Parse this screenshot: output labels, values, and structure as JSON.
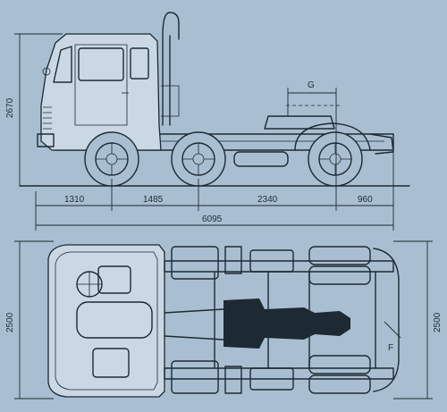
{
  "side_view": {
    "height_label": "2670",
    "g_label": "G",
    "dim_1": "1310",
    "dim_2": "1485",
    "dim_3": "2340",
    "dim_4": "960",
    "total_length": "6095"
  },
  "top_view": {
    "width_left": "2500",
    "width_right": "2500",
    "f_label": "F"
  },
  "colors": {
    "background": "#a9bfd1",
    "ink": "#1d2a33",
    "paper_light": "#c9d8e4"
  }
}
